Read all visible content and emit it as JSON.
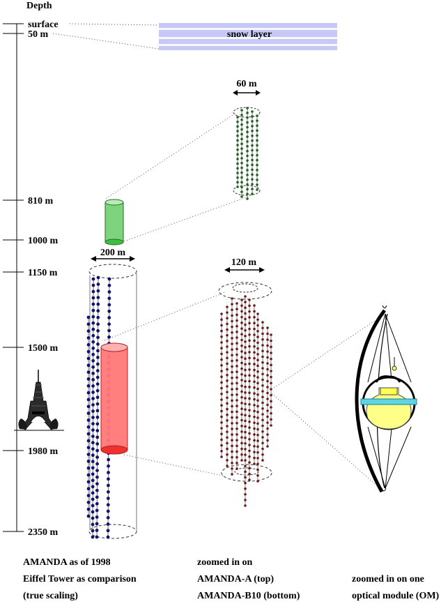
{
  "depth_axis": {
    "title": "Depth",
    "ticks": [
      "surface",
      "50 m",
      "810 m",
      "1000 m",
      "1150 m",
      "1500 m",
      "1980 m",
      "2350 m"
    ]
  },
  "snow_layer": {
    "label": "snow layer",
    "color": "#c7c8f5"
  },
  "dimensions": {
    "amanda_a_width": "60 m",
    "amanda_b10_width": "120 m",
    "full_width": "200 m"
  },
  "colors": {
    "string_blue": "#141470",
    "string_green": "#1f5f1f",
    "string_red": "#6b1a1a",
    "amanda_a_cylinder": "#7ed37e",
    "amanda_b10_cylinder": "#ff7070",
    "om_glass": "#ffff88",
    "om_band": "#5fd5e3"
  },
  "captions": {
    "col1": [
      "AMANDA as of 1998",
      "Eiffel Tower as comparison",
      "(true scaling)"
    ],
    "col2": [
      "zoomed in on",
      "AMANDA-A (top)",
      "AMANDA-B10 (bottom)"
    ],
    "col3": [
      "zoomed in on one",
      "optical module (OM)"
    ]
  }
}
